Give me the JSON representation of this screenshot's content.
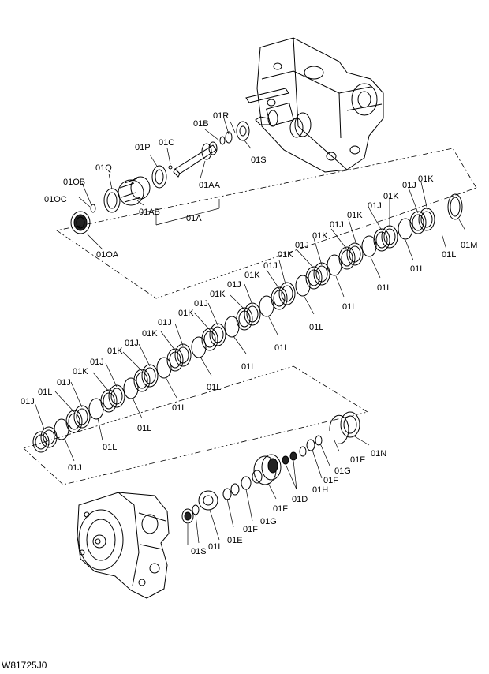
{
  "diagram": {
    "drawing_code": "W81725J0",
    "callouts": [
      {
        "id": "lbl-01R-top",
        "text": "01R"
      },
      {
        "id": "lbl-01B",
        "text": "01B"
      },
      {
        "id": "lbl-01S-top",
        "text": "01S"
      },
      {
        "id": "lbl-01C",
        "text": "01C"
      },
      {
        "id": "lbl-01P",
        "text": "01P"
      },
      {
        "id": "lbl-01Q",
        "text": "01Q"
      },
      {
        "id": "lbl-01OB",
        "text": "01OB"
      },
      {
        "id": "lbl-01OC",
        "text": "01OC"
      },
      {
        "id": "lbl-01AA",
        "text": "01AA"
      },
      {
        "id": "lbl-01AB",
        "text": "01AB"
      },
      {
        "id": "lbl-01A",
        "text": "01A"
      },
      {
        "id": "lbl-01OA",
        "text": "01OA"
      },
      {
        "id": "lbl-01J-r1",
        "text": "01J"
      },
      {
        "id": "lbl-01K-r1",
        "text": "01K"
      },
      {
        "id": "lbl-01J-r2",
        "text": "01J"
      },
      {
        "id": "lbl-01K-r2",
        "text": "01K"
      },
      {
        "id": "lbl-01J-r3",
        "text": "01J"
      },
      {
        "id": "lbl-01K-r3",
        "text": "01K"
      },
      {
        "id": "lbl-01J-r4",
        "text": "01J"
      },
      {
        "id": "lbl-01K-r4",
        "text": "01K"
      },
      {
        "id": "lbl-01J-r5",
        "text": "01J"
      },
      {
        "id": "lbl-01K-r5",
        "text": "01K"
      },
      {
        "id": "lbl-01J-r6",
        "text": "01J"
      },
      {
        "id": "lbl-01K-r6",
        "text": "01K"
      },
      {
        "id": "lbl-01J-r7",
        "text": "01J"
      },
      {
        "id": "lbl-01K-r7",
        "text": "01K"
      },
      {
        "id": "lbl-01J-r8",
        "text": "01J"
      },
      {
        "id": "lbl-01K-r8",
        "text": "01K"
      },
      {
        "id": "lbl-01J-r9",
        "text": "01J"
      },
      {
        "id": "lbl-01K-r9",
        "text": "01K"
      },
      {
        "id": "lbl-01J-r10",
        "text": "01J"
      },
      {
        "id": "lbl-01K-r10",
        "text": "01K"
      },
      {
        "id": "lbl-01J-r11",
        "text": "01J"
      },
      {
        "id": "lbl-01K-r11",
        "text": "01K"
      },
      {
        "id": "lbl-01J-r12",
        "text": "01J"
      },
      {
        "id": "lbl-01L-1",
        "text": "01L"
      },
      {
        "id": "lbl-01L-2",
        "text": "01L"
      },
      {
        "id": "lbl-01L-3",
        "text": "01L"
      },
      {
        "id": "lbl-01L-4",
        "text": "01L"
      },
      {
        "id": "lbl-01L-5",
        "text": "01L"
      },
      {
        "id": "lbl-01L-6",
        "text": "01L"
      },
      {
        "id": "lbl-01L-7",
        "text": "01L"
      },
      {
        "id": "lbl-01L-8",
        "text": "01L"
      },
      {
        "id": "lbl-01L-9",
        "text": "01L"
      },
      {
        "id": "lbl-01L-10",
        "text": "01L"
      },
      {
        "id": "lbl-01L-11",
        "text": "01L"
      },
      {
        "id": "lbl-01L-12",
        "text": "01L"
      },
      {
        "id": "lbl-01J-end",
        "text": "01J"
      },
      {
        "id": "lbl-01M",
        "text": "01M"
      },
      {
        "id": "lbl-01N",
        "text": "01N"
      },
      {
        "id": "lbl-01F-a",
        "text": "01F"
      },
      {
        "id": "lbl-01G-a",
        "text": "01G"
      },
      {
        "id": "lbl-01F-b",
        "text": "01F"
      },
      {
        "id": "lbl-01H",
        "text": "01H"
      },
      {
        "id": "lbl-01D",
        "text": "01D"
      },
      {
        "id": "lbl-01F-c",
        "text": "01F"
      },
      {
        "id": "lbl-01G-b",
        "text": "01G"
      },
      {
        "id": "lbl-01F-d",
        "text": "01F"
      },
      {
        "id": "lbl-01E",
        "text": "01E"
      },
      {
        "id": "lbl-01I",
        "text": "01I"
      },
      {
        "id": "lbl-01S-bottom",
        "text": "01S"
      }
    ]
  }
}
